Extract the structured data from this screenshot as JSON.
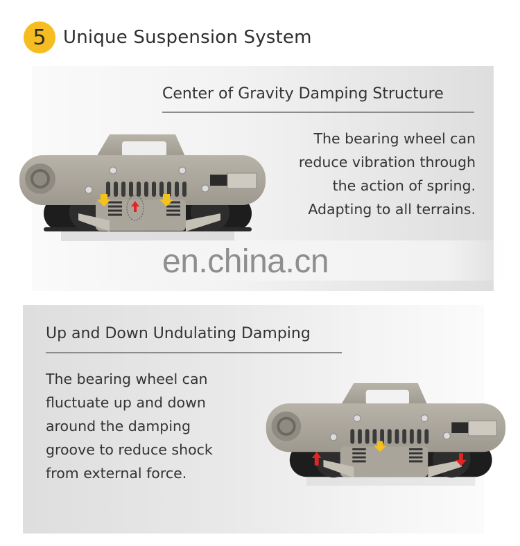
{
  "header": {
    "number": "5",
    "title": "Unique Suspension System",
    "badge_color": "#f5bd1f"
  },
  "sections": [
    {
      "title": "Center of Gravity Damping Structure",
      "body_lines": [
        "The bearing wheel can",
        "reduce vibration through",
        "the action of spring.",
        "Adapting to all terrains."
      ],
      "image": "tracked-robot-chassis-side-view",
      "arrows": [
        "yellow-down",
        "red-up",
        "yellow-down"
      ]
    },
    {
      "title": "Up and Down Undulating Damping",
      "body_lines": [
        "The bearing wheel can",
        "fluctuate up and down",
        "around the damping",
        "groove to reduce shock",
        "from external force."
      ],
      "image": "tracked-robot-chassis-side-view",
      "arrows": [
        "red-up",
        "yellow-down",
        "red-down"
      ]
    }
  ],
  "watermark": "en.china.cn"
}
